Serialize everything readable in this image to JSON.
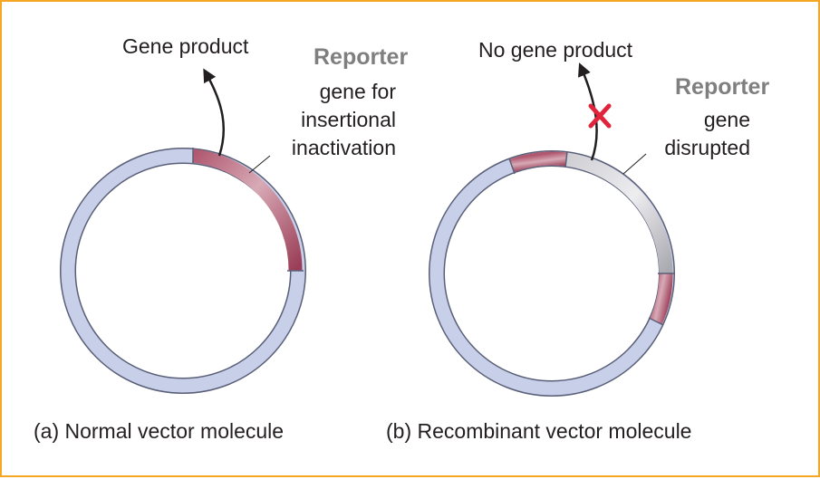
{
  "panel_a": {
    "gene_product_label": "Gene product",
    "reporter_title": "Reporter",
    "reporter_line2": "gene for",
    "reporter_line3": "insertional",
    "reporter_line4": "inactivation",
    "caption": "(a) Normal vector molecule"
  },
  "panel_b": {
    "no_gene_product_label": "No gene product",
    "reporter_title": "Reporter",
    "reporter_line2": "gene",
    "reporter_line3": "disrupted",
    "caption": "(b) Recombinant vector molecule"
  },
  "colors": {
    "frame_border": "#f5a623",
    "ring_fill": "#c8cfe8",
    "ring_stroke": "#5a5f78",
    "reporter_segment": "#a3475f",
    "insert_segment": "#b9b9be",
    "block_mark": "#e0243c",
    "arrow": "#231f20"
  }
}
